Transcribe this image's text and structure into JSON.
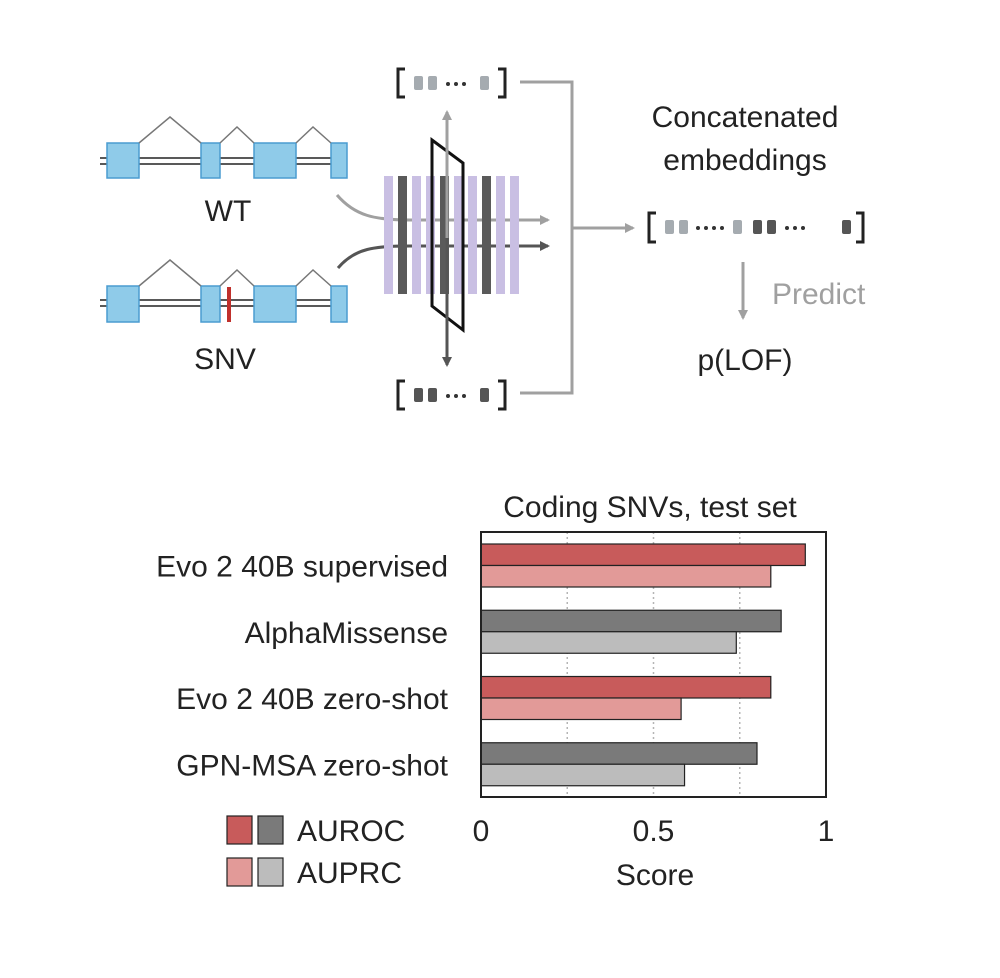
{
  "diagram": {
    "wt_label": "WT",
    "snv_label": "SNV",
    "concat_label_line1": "Concatenated",
    "concat_label_line2": "embeddings",
    "predict_label": "Predict",
    "output_label": "p(LOF)",
    "colors": {
      "exon_fill": "#8fcbe9",
      "exon_stroke": "#4a9cd0",
      "snv_mark": "#c0302c",
      "layer_light": "#c9bfe3",
      "layer_dark": "#5a5a5a",
      "arrow_light": "#a0a0a0",
      "arrow_dark": "#555555"
    }
  },
  "chart_data": {
    "type": "bar",
    "title": "Coding SNVs, test set",
    "xlabel": "Score",
    "ylabel": "",
    "xlim": [
      0,
      1
    ],
    "xticks": [
      0,
      0.5,
      1
    ],
    "xtick_labels": [
      "0",
      "0.5",
      "1"
    ],
    "grid": "vertical dashed at 0.25, 0.5, 0.75",
    "legend": {
      "placement": "bottom-left",
      "entries": [
        "AUROC",
        "AUPRC"
      ]
    },
    "categories": [
      "Evo 2 40B supervised",
      "AlphaMissense",
      "Evo 2 40B zero-shot",
      "GPN-MSA zero-shot"
    ],
    "series": [
      {
        "name": "AUROC",
        "values": [
          0.94,
          0.87,
          0.84,
          0.8
        ]
      },
      {
        "name": "AUPRC",
        "values": [
          0.84,
          0.74,
          0.58,
          0.59
        ]
      }
    ],
    "bar_colors": [
      [
        "#c85b5b",
        "#e29a98"
      ],
      [
        "#7a7a7a",
        "#bcbcbc"
      ],
      [
        "#c85b5b",
        "#e29a98"
      ],
      [
        "#7a7a7a",
        "#bcbcbc"
      ]
    ],
    "legend_colors": {
      "AUROC": [
        "#c85b5b",
        "#7a7a7a"
      ],
      "AUPRC": [
        "#e29a98",
        "#bcbcbc"
      ]
    }
  }
}
